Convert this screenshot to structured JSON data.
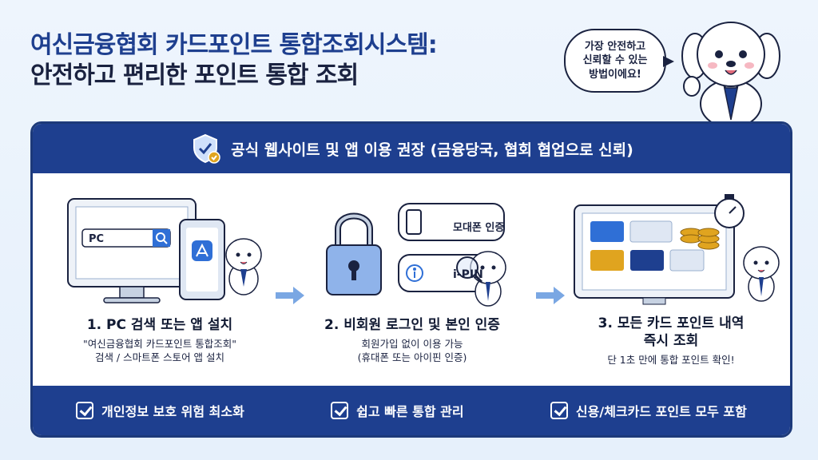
{
  "header": {
    "title_line1": "여신금융협회 카드포인트 통합조회시스템:",
    "title_line2": "안전하고 편리한 포인트 통합 조회"
  },
  "speech_bubble": {
    "line1": "가장 안전하고",
    "line2": "신뢰할 수 있는",
    "line3": "방법이에요!"
  },
  "banner": {
    "text": "공식 웹사이트 및 앱 이용 권장 (금융당국, 협회 협업으로 신뢰)",
    "icon": "shield-check-icon"
  },
  "steps": [
    {
      "title": "1. PC 검색 또는 앱 설치",
      "desc1": "\"여신금융협회 카드포인트 통합조회\"",
      "desc2": "검색 / 스마트폰 스토어 앱 설치",
      "search_text": "PC"
    },
    {
      "title": "2. 비회원 로그인 및 본인 인증",
      "desc1": "회원가입 없이 이용 가능",
      "desc2": "(휴대폰 또는 아이핀 인증)",
      "phone_auth": "모대폰 인증",
      "ipin_auth": "i-PIN"
    },
    {
      "title1": "3. 모든 카드 포인트 내역",
      "title2": "즉시 조회",
      "desc1": "단 1초 만에 통합 포인트 확인!"
    }
  ],
  "footer": {
    "items": [
      "개인정보 보호 위험 최소화",
      "쉽고 빠른 통합 관리",
      "신용/체크카드 포인트 모두 포함"
    ]
  },
  "colors": {
    "primary": "#1e3f8f",
    "dark": "#1a2240",
    "accent": "#2f6fd6",
    "gold": "#e0a41f"
  }
}
